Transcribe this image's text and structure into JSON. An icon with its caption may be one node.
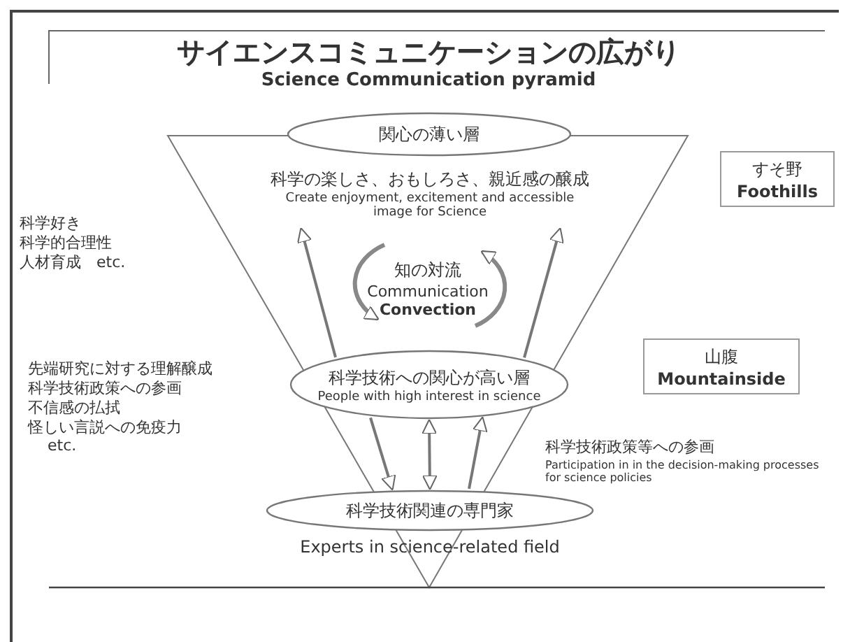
{
  "diagram": {
    "title": "サイエンスコミュニケーションの広がり",
    "nodes": [
      {
        "text": [
          "関心の薄い層"
        ]
      },
      {
        "text": [
          "科学の楽しさ、おもしろさ、親近感の醸成",
          "Create enjoyment, excitement and accessible image for Science"
        ]
      },
      {
        "text": [
          "知の対流",
          "Communication",
          "Convection"
        ]
      },
      {
        "text": [
          "科学技術への関心が高い層",
          "People with high interest in science"
        ]
      },
      {
        "text": [
          "科学技術関連の専門家"
        ],
        "beside": [
          "Experts in science-related field"
        ]
      },
      {
        "text": [
          "すそ野",
          "Foothills"
        ]
      },
      {
        "text": [
          "山腹",
          "Mountainside"
        ]
      }
    ],
    "edges": [
      {
        "from": 3,
        "to": 1,
        "arrow": "to"
      },
      {
        "from": 3,
        "to": 1,
        "arrow": "to"
      },
      {
        "from": 3,
        "to": 4,
        "arrow": "both"
      },
      {
        "from": 3,
        "to": 4,
        "arrow": "to"
      },
      {
        "from": 4,
        "to": 3,
        "arrow": "to"
      }
    ],
    "labels": [
      "Science Communication pyramid",
      "科学好き",
      "科学的合理性",
      "人材育成　etc.",
      "先端研究に対する理解醸成",
      "科学技術政策への参画",
      "不信感の払拭",
      "怪しい言説への免疫力",
      "etc.",
      "科学技術政策等への参画",
      "Participation in in the decision-making processes for science policies"
    ]
  }
}
